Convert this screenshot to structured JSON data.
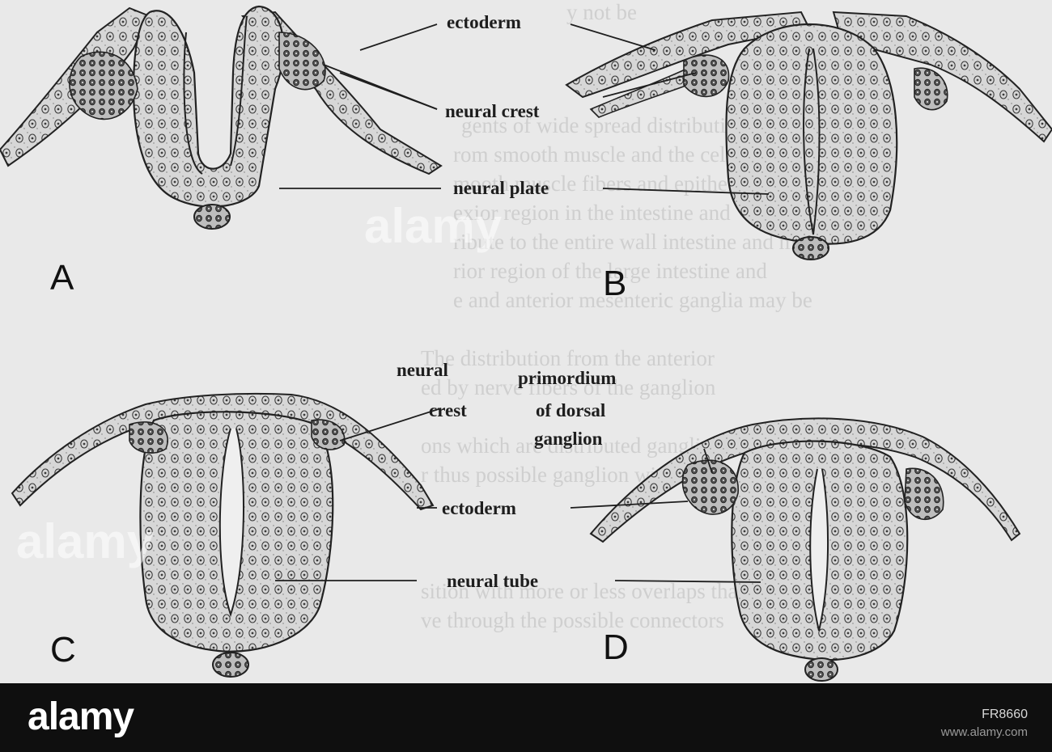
{
  "figure": {
    "labels": {
      "ectoderm_top": "ectoderm",
      "neural_crest_top": "neural crest",
      "neural_plate": "neural plate",
      "neural_crest_c_line1": "neural",
      "neural_crest_c_line2": "crest",
      "primordium_line1": "primordium",
      "primordium_line2": "of dorsal",
      "primordium_line3": "ganglion",
      "ectoderm_mid": "ectoderm",
      "neural_tube": "neural tube"
    },
    "panels": [
      "A",
      "B",
      "C",
      "D"
    ],
    "colors": {
      "background": "#e9e9e9",
      "tissue": "#d6d6d6",
      "ink": "#1e1e1e",
      "footer": "#0f0f0f"
    }
  },
  "watermark": {
    "brand": "alamy",
    "brand_repeat": "alamy"
  },
  "footer": {
    "logo": "alamy",
    "image_id": "FR8660",
    "site": "www.alamy.com"
  }
}
